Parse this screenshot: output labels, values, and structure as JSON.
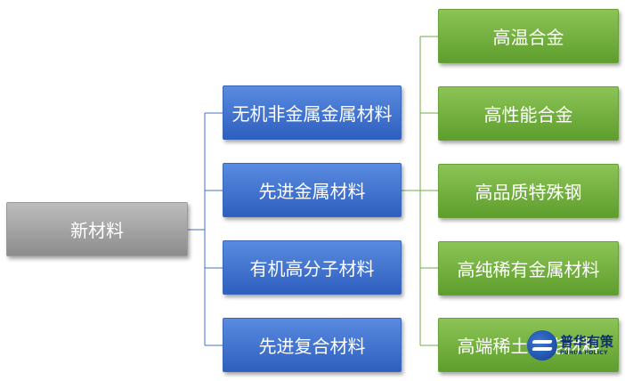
{
  "diagram": {
    "root": {
      "label": "新材料"
    },
    "categories": [
      {
        "label": "无机非金属金属材料"
      },
      {
        "label": "先进金属材料"
      },
      {
        "label": "有机高分子材料"
      },
      {
        "label": "先进复合材料"
      }
    ],
    "subcategories": [
      {
        "label": "高温合金"
      },
      {
        "label": "高性能合金"
      },
      {
        "label": "高品质特殊钢"
      },
      {
        "label": "高纯稀有金属材料"
      },
      {
        "label": "高端稀土功能材料"
      }
    ],
    "colors": {
      "root": "#a6a6a6",
      "category": "#4472c4",
      "subcategory": "#70ad47",
      "connector_root": "#4472c4",
      "connector_sub": "#70ad47"
    }
  },
  "watermark": {
    "logo": "puhua-logo",
    "name_cn": "普华有策",
    "name_en": "PUHUA POLICY"
  }
}
